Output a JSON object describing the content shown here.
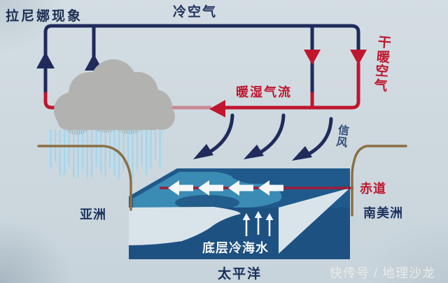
{
  "title": "拉尼娜现象",
  "labels": {
    "cold_air": "冷空气",
    "dry_warm_air": "干暖空气",
    "warm_humid_flow": "暖湿气流",
    "trade_wind": "信风",
    "equator": "赤道",
    "asia": "亚洲",
    "south_america": "南美洲",
    "bottom_cold_seawater": "底层冷海水",
    "pacific": "太平洋"
  },
  "watermark": "快传号 / 地理沙龙",
  "icons": [
    "cloud-icon",
    "rain-icon",
    "updraft-arrow-icon",
    "downdraft-arrow-icon",
    "warm-flow-arrow-icon",
    "trade-wind-arrow-icon",
    "surface-current-arrow-icon",
    "upwelling-arrow-icon",
    "coastline",
    "sea-block"
  ],
  "colors": {
    "background": "#cdd8de",
    "navy_line": "#202b5c",
    "red_line": "#c0162e",
    "equator_line": "#9e1d38",
    "sea_surface_dark": "#205a8c",
    "sea_surface_warm": "#3a8cb5",
    "sea_front": "#1d5182",
    "cold_water_pale": "#d9e4ea",
    "cloud_gray": "#b2b3b1",
    "rain_blue": "#a7d3e8",
    "coast_tan": "#8c6f45",
    "label_navy": "#21335f",
    "watermark_gray": "#e9ebea"
  }
}
